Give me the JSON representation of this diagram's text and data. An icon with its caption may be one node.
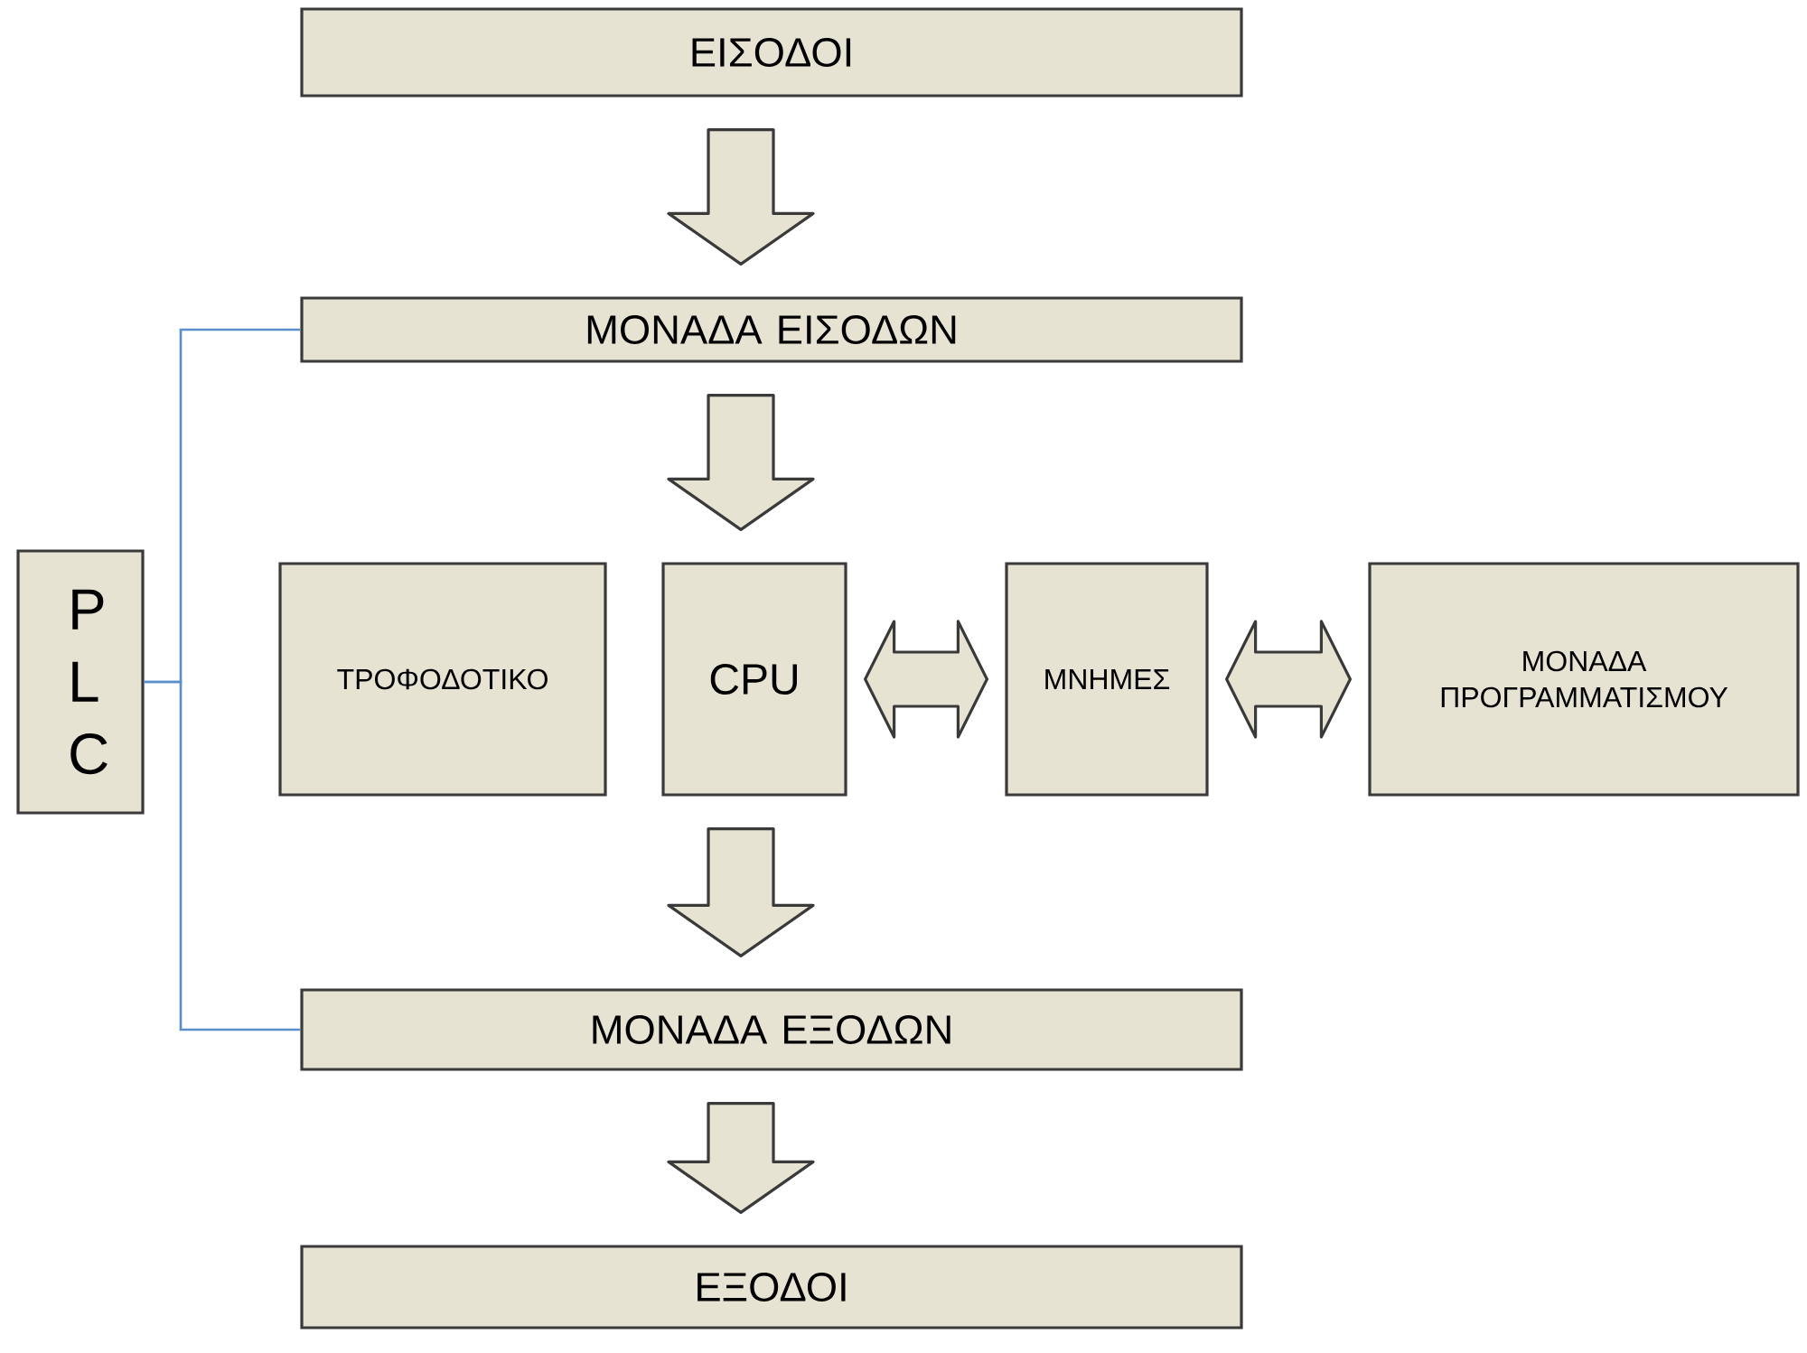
{
  "diagram": {
    "nodes": [
      {
        "text": [
          "ΕΙΣΟΔΟΙ"
        ]
      },
      {
        "text": [
          "ΜΟΝΑΔΑ ΕΙΣΟΔΩΝ"
        ]
      },
      {
        "text": [
          "P L C"
        ]
      },
      {
        "text": [
          "ΤΡΟΦΟΔΟΤΙΚΟ"
        ]
      },
      {
        "text": [
          "CPU"
        ]
      },
      {
        "text": [
          "ΜΝΗΜΕΣ"
        ]
      },
      {
        "text": [
          "ΜΟΝΑΔΑ ΠΡΟΓΡΑΜΜΑΤΙΣΜΟΥ"
        ]
      },
      {
        "text": [
          "ΜΟΝΑΔΑ ΕΞΟΔΩΝ"
        ]
      },
      {
        "text": [
          "ΕΞΟΔΟΙ"
        ]
      }
    ],
    "edges": [
      {
        "from": 0,
        "to": 1,
        "arrow": "to"
      },
      {
        "from": 1,
        "to": 4,
        "arrow": "to"
      },
      {
        "from": 4,
        "to": 7,
        "arrow": "to"
      },
      {
        "from": 7,
        "to": 8,
        "arrow": "to"
      },
      {
        "from": 4,
        "to": 5,
        "arrow": "both"
      },
      {
        "from": 5,
        "to": 6,
        "arrow": "both"
      },
      {
        "from": 2,
        "to": 1,
        "arrow": "none",
        "color": "#5b8fc9"
      },
      {
        "from": 2,
        "to": 7,
        "arrow": "none",
        "color": "#5b8fc9"
      }
    ]
  }
}
